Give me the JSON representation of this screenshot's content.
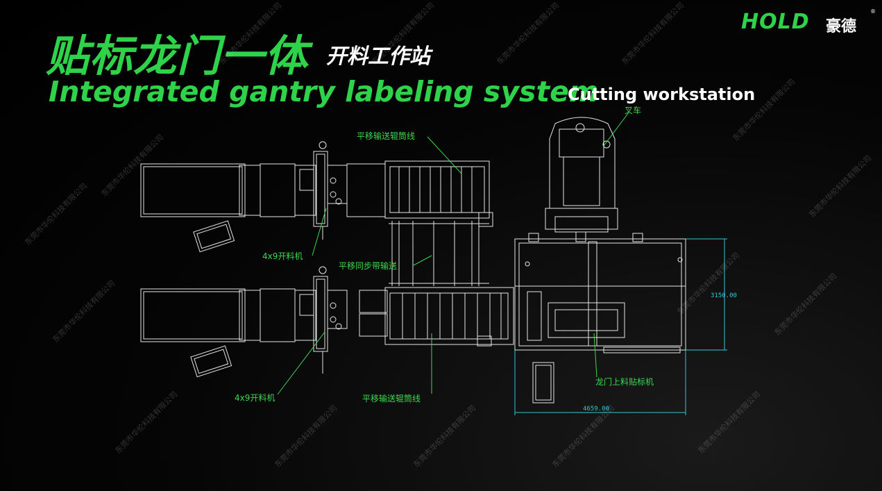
{
  "header": {
    "title_cn": "贴标龙门一体",
    "subtitle_cn": "开料工作站",
    "title_en": "Integrated gantry labeling system",
    "subtitle_en": "Cutting workstation"
  },
  "logo": {
    "en": "HOLD",
    "cn": "豪德",
    "reg": "®"
  },
  "labels": {
    "forklift": "叉车",
    "roller_top": "平移输送辊筒线",
    "opener_top": "4x9开料机",
    "sync_belt": "平移同步带输送",
    "gantry": "龙门上料贴标机",
    "opener_bottom": "4x9开料机",
    "roller_bottom": "平移输送辊筒线"
  },
  "dimensions": {
    "height": "3150.00",
    "width": "4659.00"
  },
  "watermark": "东莞市华伦科技有限公司",
  "colors": {
    "accent": "#2fd34a",
    "label": "#3bd84f",
    "dimension": "#35c7d6",
    "line": "#e6e6e6"
  }
}
